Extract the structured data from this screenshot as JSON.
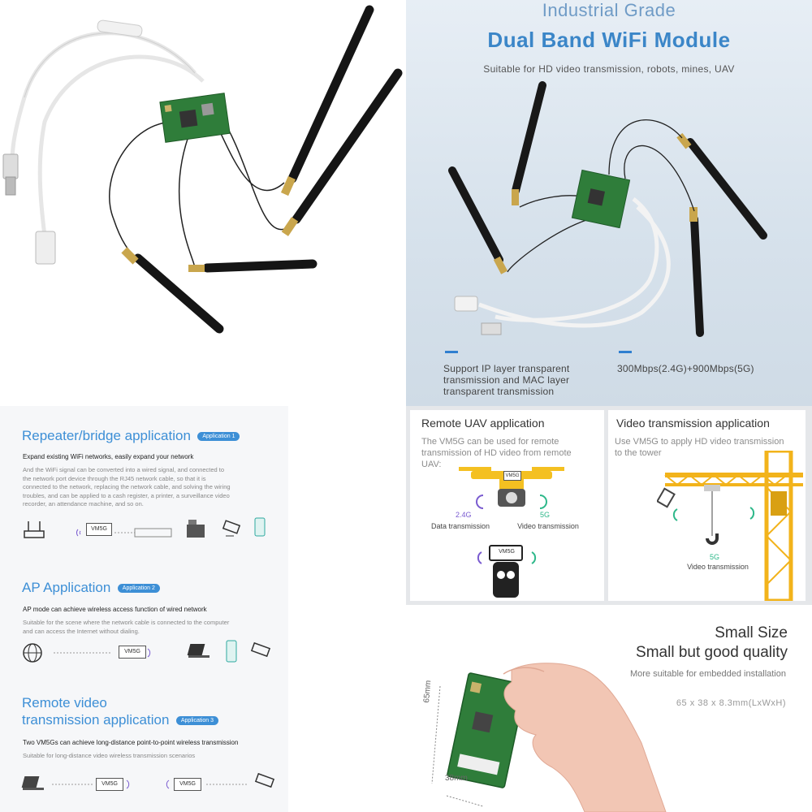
{
  "header": {
    "line1": "Industrial Grade",
    "line2": "Dual Band WiFi Module",
    "subtitle": "Suitable for HD video transmission, robots, mines, UAV"
  },
  "features": {
    "left": [
      "Support IP layer transparent",
      "transmission and MAC layer",
      "transparent transmission"
    ],
    "right": "300Mbps(2.4G)+900Mbps(5G)"
  },
  "applications": {
    "repeater": {
      "title": "Repeater/bridge application",
      "badge": "Application 1",
      "lead": "Expand existing WiFi networks,  easily expand your network",
      "body": [
        "And the WiFi signal can be converted into a wired signal, and connected to",
        "the network port device through the RJ45 network cable, so that it is",
        "connected to the network, replacing the network cable, and solving the wiring",
        "troubles, and can be applied to a cash register, a printer, a surveillance video",
        "recorder, an attendance machine, and so on."
      ],
      "module_label": "VM5G"
    },
    "ap": {
      "title": "AP Application",
      "badge": "Application 2",
      "lead": "AP mode can achieve wireless access function of wired network",
      "body": [
        "Suitable for the scene where the network cable is connected to the computer",
        "and can access the Internet without dialing."
      ],
      "module_label": "VM5G"
    },
    "remote_video": {
      "title_line1": "Remote video",
      "title_line2": "transmission application",
      "badge": "Application 3",
      "lead": "Two VM5Gs can achieve long-distance point-to-point wireless transmission",
      "body": "Suitable for long-distance video wireless transmission scenarios",
      "module_label_a": "VM5G",
      "module_label_b": "VM5G"
    }
  },
  "uav_card": {
    "title": "Remote UAV application",
    "body": [
      "The VM5G can be used for remote",
      "transmission of HD video from remote",
      "UAV:"
    ],
    "band_a": "2.4G",
    "label_a": "Data transmission",
    "band_b": "5G",
    "label_b": "Video transmission",
    "drone_module": "VM5G",
    "controller_module": "VM5G"
  },
  "tower_card": {
    "title": "Video transmission application",
    "body": [
      "Use VM5G to apply HD video transmission",
      "to the tower"
    ],
    "band": "5G",
    "label": "Video transmission"
  },
  "size_section": {
    "title1": "Small Size",
    "title2": "Small but good quality",
    "subtitle": "More suitable for embedded installation",
    "dimensions": "65 x 38 x 8.3mm(LxWxH)",
    "dim_height": "65mm",
    "dim_width": "38mm"
  },
  "colors": {
    "accent_blue": "#3d8fd6",
    "header_blue": "#3b86c8",
    "pcb_green": "#2f7d3a",
    "crane_yellow": "#f2b31b",
    "drone_yellow": "#f4c021"
  }
}
